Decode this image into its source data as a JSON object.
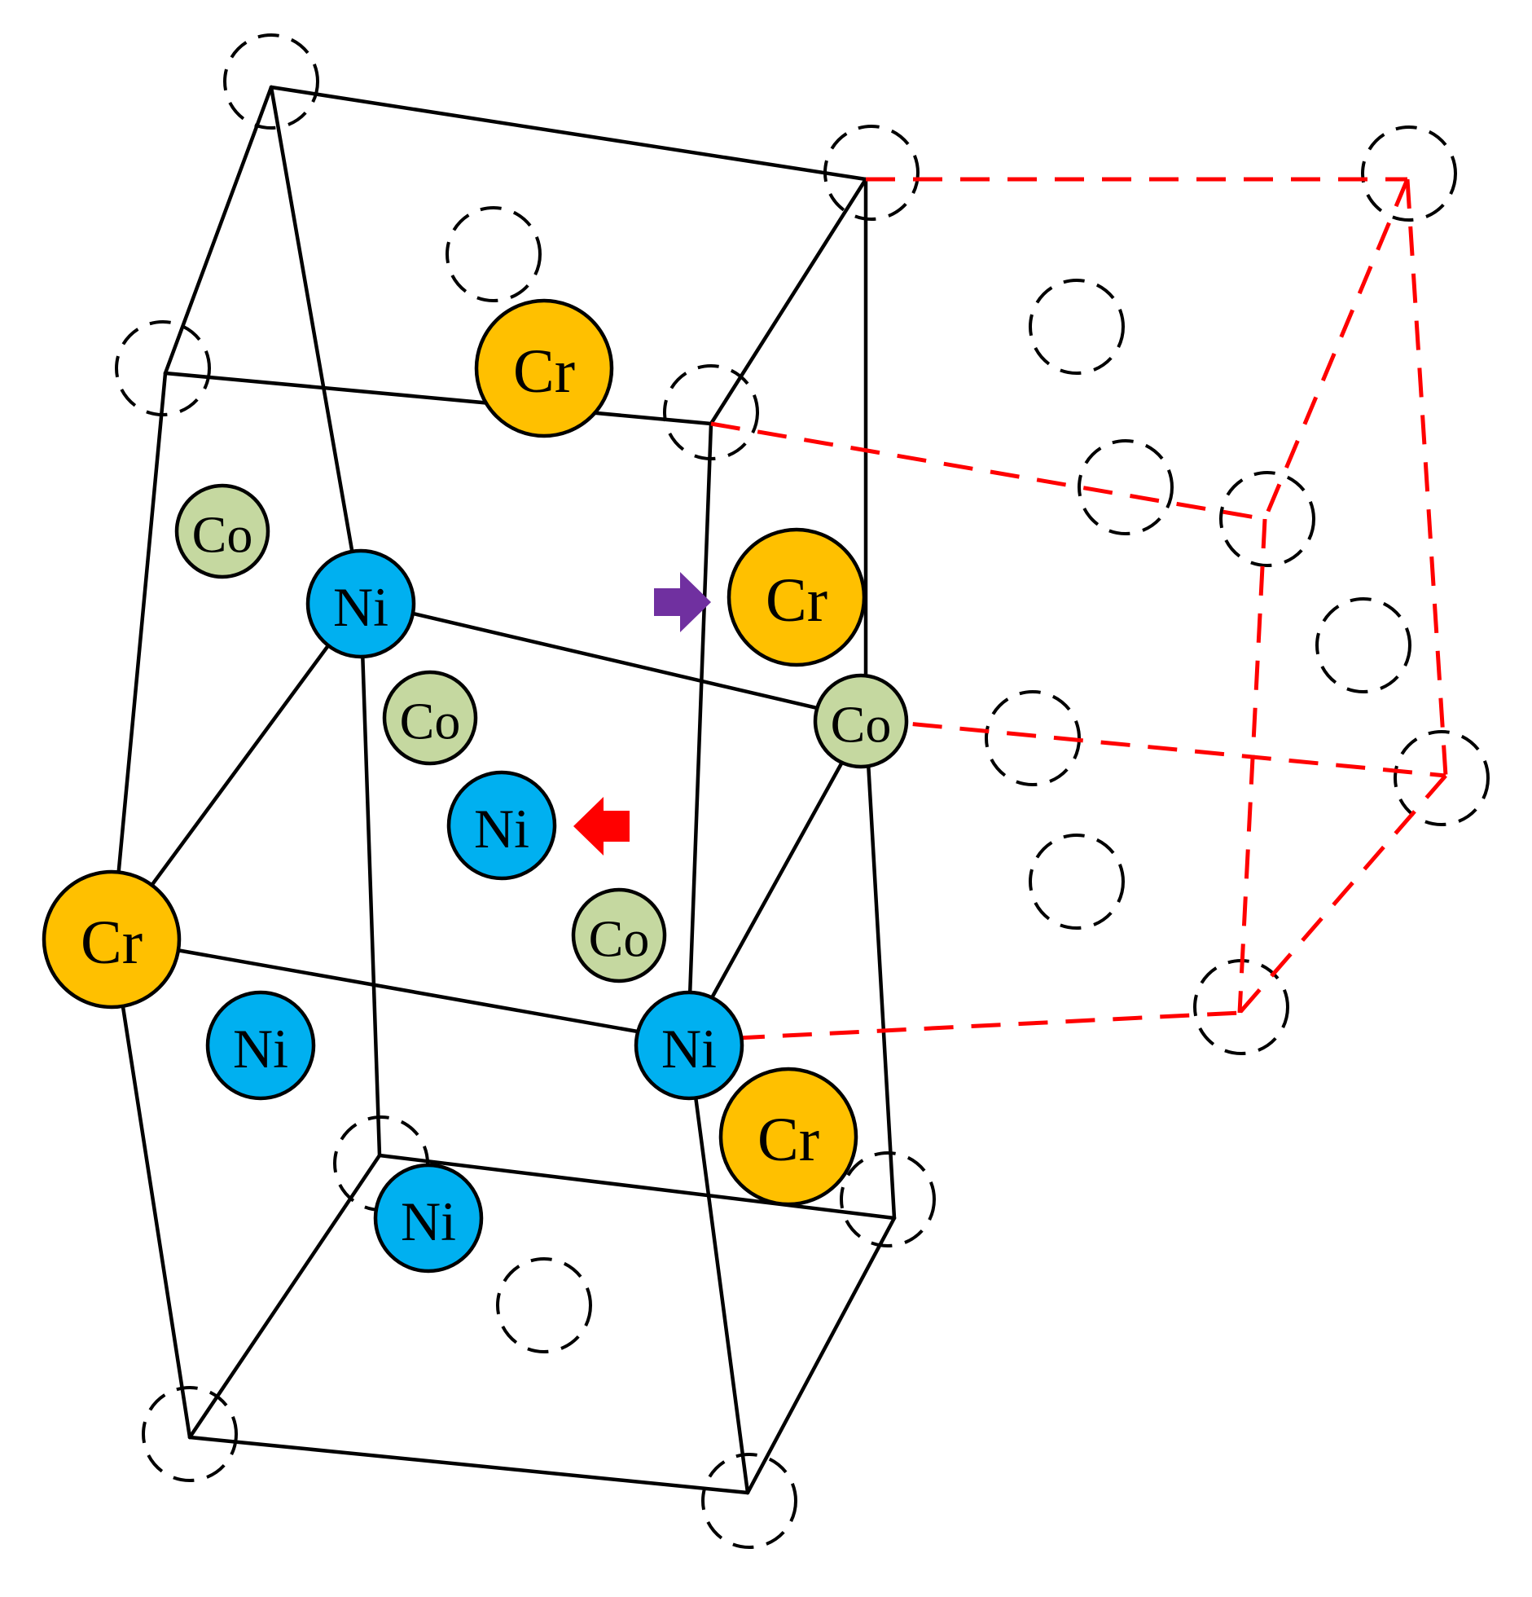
{
  "colors": {
    "Cr": "#ffc000",
    "Ni": "#00b0f0",
    "Co": "#c5d8a0",
    "solid_edge": "#000000",
    "dashed_edge": "#ff0000",
    "arrow_purple": "#7030a0",
    "arrow_red": "#ff0000"
  },
  "atoms": [
    {
      "element": "Cr",
      "label": "Cr"
    },
    {
      "element": "Co",
      "label": "Co"
    },
    {
      "element": "Ni",
      "label": "Ni"
    },
    {
      "element": "Cr",
      "label": "Cr"
    },
    {
      "element": "Co",
      "label": "Co"
    },
    {
      "element": "Co",
      "label": "Co"
    },
    {
      "element": "Ni",
      "label": "Ni"
    },
    {
      "element": "Cr",
      "label": "Cr"
    },
    {
      "element": "Co",
      "label": "Co"
    },
    {
      "element": "Ni",
      "label": "Ni"
    },
    {
      "element": "Ni",
      "label": "Ni"
    },
    {
      "element": "Cr",
      "label": "Cr"
    },
    {
      "element": "Ni",
      "label": "Ni"
    }
  ],
  "arrows": [
    {
      "name": "purple-arrow-icon",
      "direction": "right",
      "color": "#7030a0"
    },
    {
      "name": "red-arrow-icon",
      "direction": "left",
      "color": "#ff0000"
    }
  ]
}
